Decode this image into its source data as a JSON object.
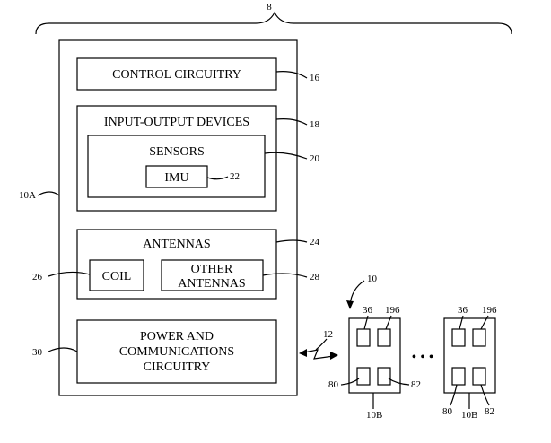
{
  "refs": {
    "system": "8",
    "device_a": "10A",
    "control": "16",
    "io": "18",
    "sensors": "20",
    "imu": "22",
    "antennas": "24",
    "coil": "26",
    "other_antennas": "28",
    "power": "30",
    "devices": "10",
    "link": "12",
    "left_top_left": "36",
    "left_top_right": "196",
    "left_bottom_left": "80",
    "left_bottom_right": "82",
    "left_device": "10B",
    "right_top_left": "36",
    "right_top_right": "196",
    "right_bottom_left": "80",
    "right_bottom_mid": "10B",
    "right_bottom_right": "82"
  },
  "labels": {
    "control": "CONTROL CIRCUITRY",
    "io": "INPUT-OUTPUT DEVICES",
    "sensors": "SENSORS",
    "imu": "IMU",
    "antennas": "ANTENNAS",
    "coil": "COIL",
    "other_line1": "OTHER",
    "other_line2": "ANTENNAS",
    "power_line1": "POWER AND",
    "power_line2": "COMMUNICATIONS",
    "power_line3": "CIRCUITRY",
    "ellipsis": "• • •"
  }
}
